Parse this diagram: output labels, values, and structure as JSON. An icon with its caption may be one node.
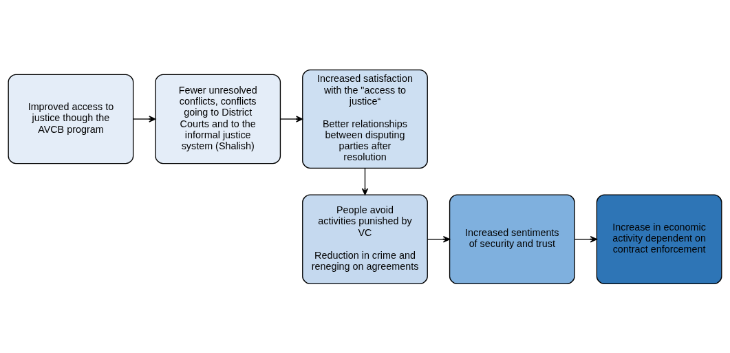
{
  "diagram": {
    "nodes": [
      {
        "text": [
          "Improved access to justice though the AVCB program"
        ]
      },
      {
        "text": [
          "Fewer unresolved conflicts, conflicts going to District Courts and to the informal justice system (Shalish)"
        ]
      },
      {
        "text": [
          "Increased satisfaction with the \"access to justice“",
          "Better relationships between disputing parties after resolution"
        ]
      },
      {
        "text": [
          "People avoid activities punished by VC",
          "Reduction in crime and reneging on agreements"
        ]
      },
      {
        "text": [
          "Increased sentiments of security and trust"
        ]
      },
      {
        "text": [
          "Increase in economic activity dependent on contract enforcement"
        ]
      }
    ],
    "edges": [
      {
        "from": 0,
        "to": 1,
        "arrow": "to"
      },
      {
        "from": 1,
        "to": 2,
        "arrow": "to"
      },
      {
        "from": 2,
        "to": 3,
        "arrow": "to"
      },
      {
        "from": 3,
        "to": 4,
        "arrow": "to"
      },
      {
        "from": 4,
        "to": 5,
        "arrow": "to"
      }
    ]
  }
}
